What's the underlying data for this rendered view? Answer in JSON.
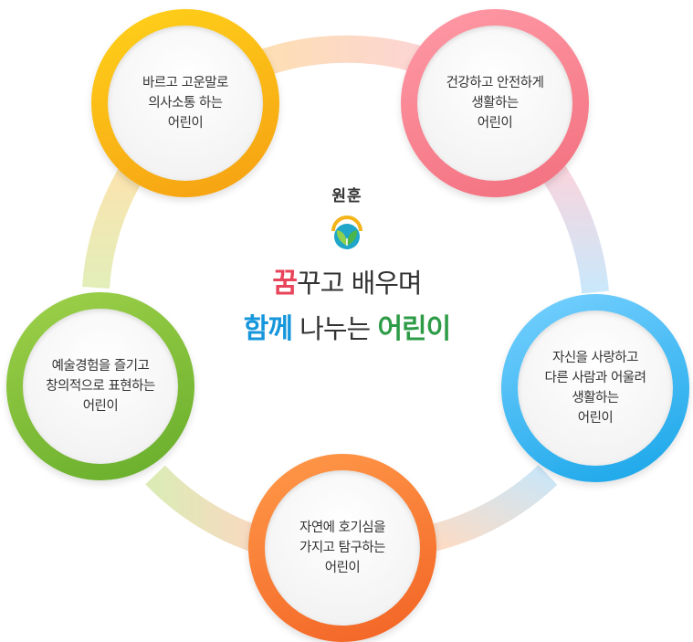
{
  "center": {
    "title": "원훈",
    "emblem_icon": "sprout-sun-emblem-icon",
    "line1": {
      "highlight": "꿈",
      "rest": "꾸고 배우며"
    },
    "line2": {
      "highlight_a": "함께",
      "middle": " 나누는 ",
      "highlight_b": "어린이"
    }
  },
  "values": [
    {
      "lines": [
        "바르고 고운말로",
        "의사소통 하는",
        "어린이"
      ],
      "color": "#f7a81b"
    },
    {
      "lines": [
        "건강하고 안전하게",
        "생활하는",
        "어린이"
      ],
      "color": "#f47a88"
    },
    {
      "lines": [
        "자신을 사랑하고",
        "다른 사람과 어울려",
        "생활하는",
        "어린이"
      ],
      "color": "#1ca7ea"
    },
    {
      "lines": [
        "자연에 호기심을",
        "가지고 탐구하는",
        "어린이"
      ],
      "color": "#f06a2c"
    },
    {
      "lines": [
        "예술경험을 즐기고",
        "창의적으로 표현하는",
        "어린이"
      ],
      "color": "#74b62f"
    }
  ],
  "colors": {
    "highlight_red": "#e8445a",
    "highlight_blue": "#1696db",
    "highlight_green": "#2e9c47"
  }
}
